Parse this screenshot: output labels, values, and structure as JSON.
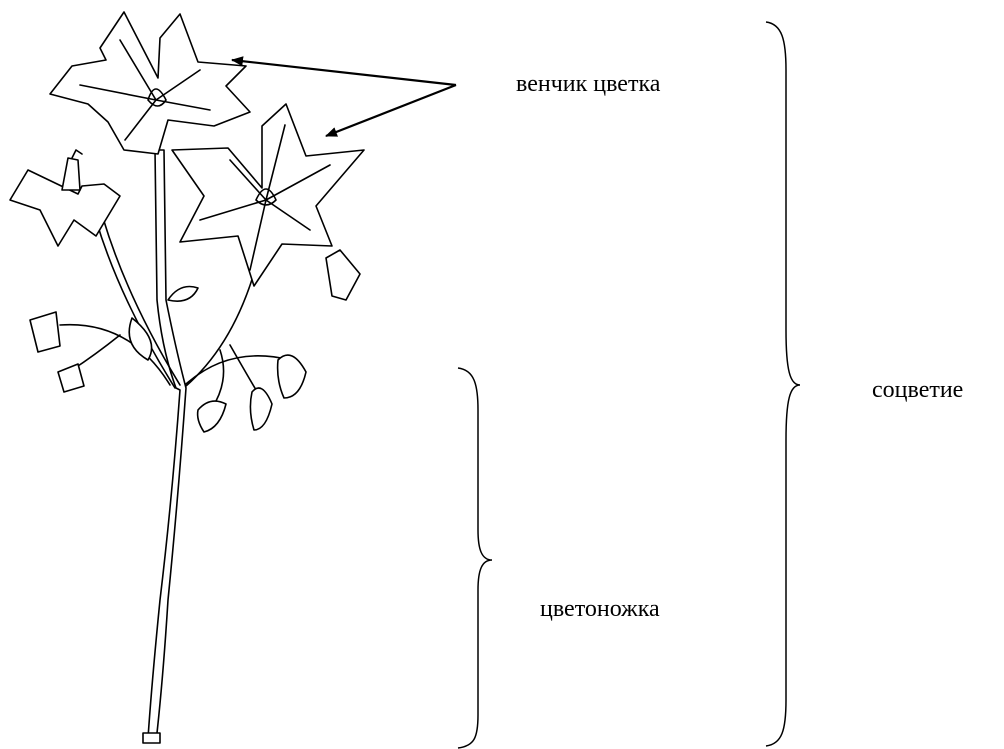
{
  "labels": {
    "corolla": "венчик цветка",
    "inflorescence": "соцветие",
    "peduncle": "цветоножка"
  },
  "colors": {
    "ink": "#000000",
    "background": "#ffffff"
  }
}
